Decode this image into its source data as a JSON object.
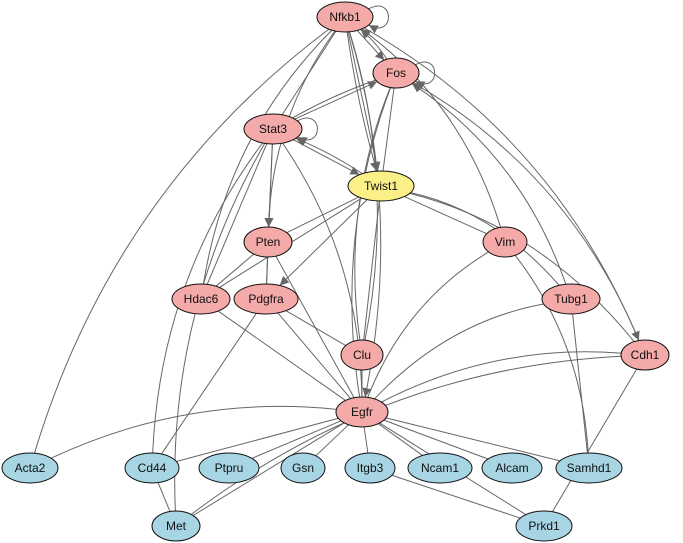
{
  "colors": {
    "red": "#f4aaa8",
    "blue": "#a7d5e4",
    "yellow": "#fbef88",
    "edge": "#666666"
  },
  "nodes": [
    {
      "id": "Nfkb1",
      "label": "Nfkb1",
      "color": "red"
    },
    {
      "id": "Fos",
      "label": "Fos",
      "color": "red"
    },
    {
      "id": "Stat3",
      "label": "Stat3",
      "color": "red"
    },
    {
      "id": "Twist1",
      "label": "Twist1",
      "color": "yellow"
    },
    {
      "id": "Pten",
      "label": "Pten",
      "color": "red"
    },
    {
      "id": "Vim",
      "label": "Vim",
      "color": "red"
    },
    {
      "id": "Hdac6",
      "label": "Hdac6",
      "color": "red"
    },
    {
      "id": "Pdgfra",
      "label": "Pdgfra",
      "color": "red"
    },
    {
      "id": "Tubg1",
      "label": "Tubg1",
      "color": "red"
    },
    {
      "id": "Clu",
      "label": "Clu",
      "color": "red"
    },
    {
      "id": "Cdh1",
      "label": "Cdh1",
      "color": "red"
    },
    {
      "id": "Egfr",
      "label": "Egfr",
      "color": "red"
    },
    {
      "id": "Acta2",
      "label": "Acta2",
      "color": "blue"
    },
    {
      "id": "Cd44",
      "label": "Cd44",
      "color": "blue"
    },
    {
      "id": "Ptpru",
      "label": "Ptpru",
      "color": "blue"
    },
    {
      "id": "Gsn",
      "label": "Gsn",
      "color": "blue"
    },
    {
      "id": "Itgb3",
      "label": "Itgb3",
      "color": "blue"
    },
    {
      "id": "Ncam1",
      "label": "Ncam1",
      "color": "blue"
    },
    {
      "id": "Alcam",
      "label": "Alcam",
      "color": "blue"
    },
    {
      "id": "Samhd1",
      "label": "Samhd1",
      "color": "blue"
    },
    {
      "id": "Met",
      "label": "Met",
      "color": "blue"
    },
    {
      "id": "Prkd1",
      "label": "Prkd1",
      "color": "blue"
    }
  ],
  "edges": [
    {
      "from": "Nfkb1",
      "to": "Nfkb1",
      "directed": true
    },
    {
      "from": "Nfkb1",
      "to": "Fos",
      "directed": true
    },
    {
      "from": "Fos",
      "to": "Nfkb1",
      "directed": true
    },
    {
      "from": "Fos",
      "to": "Fos",
      "directed": true
    },
    {
      "from": "Stat3",
      "to": "Stat3",
      "directed": true
    },
    {
      "from": "Stat3",
      "to": "Fos",
      "directed": true
    },
    {
      "from": "Fos",
      "to": "Stat3",
      "directed": false
    },
    {
      "from": "Stat3",
      "to": "Twist1",
      "directed": true
    },
    {
      "from": "Twist1",
      "to": "Stat3",
      "directed": true
    },
    {
      "from": "Nfkb1",
      "to": "Twist1",
      "directed": true
    },
    {
      "from": "Nfkb1",
      "to": "Twist1",
      "directed": true
    },
    {
      "from": "Fos",
      "to": "Twist1",
      "directed": false
    },
    {
      "from": "Nfkb1",
      "to": "Stat3",
      "directed": false
    },
    {
      "from": "Nfkb1",
      "to": "Pten",
      "directed": true
    },
    {
      "from": "Stat3",
      "to": "Pten",
      "directed": true
    },
    {
      "from": "Twist1",
      "to": "Pten",
      "directed": false
    },
    {
      "from": "Twist1",
      "to": "Pdgfra",
      "directed": true
    },
    {
      "from": "Stat3",
      "to": "Pdgfra",
      "directed": false
    },
    {
      "from": "Twist1",
      "to": "Hdac6",
      "directed": false
    },
    {
      "from": "Twist1",
      "to": "Vim",
      "directed": false
    },
    {
      "from": "Twist1",
      "to": "Tubg1",
      "directed": false
    },
    {
      "from": "Twist1",
      "to": "Cdh1",
      "directed": false
    },
    {
      "from": "Twist1",
      "to": "Clu",
      "directed": false
    },
    {
      "from": "Nfkb1",
      "to": "Cdh1",
      "directed": true
    },
    {
      "from": "Cdh1",
      "to": "Fos",
      "directed": true
    },
    {
      "from": "Tubg1",
      "to": "Fos",
      "directed": true
    },
    {
      "from": "Vim",
      "to": "Nfkb1",
      "directed": true
    },
    {
      "from": "Nfkb1",
      "to": "Hdac6",
      "directed": false
    },
    {
      "from": "Nfkb1",
      "to": "Clu",
      "directed": false
    },
    {
      "from": "Nfkb1",
      "to": "Egfr",
      "directed": true
    },
    {
      "from": "Nfkb1",
      "to": "Acta2",
      "directed": false
    },
    {
      "from": "Fos",
      "to": "Clu",
      "directed": false
    },
    {
      "from": "Fos",
      "to": "Egfr",
      "directed": false
    },
    {
      "from": "Stat3",
      "to": "Hdac6",
      "directed": false
    },
    {
      "from": "Stat3",
      "to": "Cd44",
      "directed": false
    },
    {
      "from": "Stat3",
      "to": "Met",
      "directed": false
    },
    {
      "from": "Stat3",
      "to": "Egfr",
      "directed": false
    },
    {
      "from": "Pten",
      "to": "Hdac6",
      "directed": false
    },
    {
      "from": "Pten",
      "to": "Pdgfra",
      "directed": false
    },
    {
      "from": "Pten",
      "to": "Egfr",
      "directed": false
    },
    {
      "from": "Hdac6",
      "to": "Egfr",
      "directed": false
    },
    {
      "from": "Pdgfra",
      "to": "Clu",
      "directed": false
    },
    {
      "from": "Pdgfra",
      "to": "Egfr",
      "directed": false
    },
    {
      "from": "Pdgfra",
      "to": "Cd44",
      "directed": false
    },
    {
      "from": "Clu",
      "to": "Egfr",
      "directed": false
    },
    {
      "from": "Vim",
      "to": "Egfr",
      "directed": false
    },
    {
      "from": "Vim",
      "to": "Samhd1",
      "directed": false
    },
    {
      "from": "Tubg1",
      "to": "Egfr",
      "directed": false
    },
    {
      "from": "Tubg1",
      "to": "Samhd1",
      "directed": false
    },
    {
      "from": "Cdh1",
      "to": "Egfr",
      "directed": false
    },
    {
      "from": "Cdh1",
      "to": "Met",
      "directed": false
    },
    {
      "from": "Cdh1",
      "to": "Prkd1",
      "directed": false
    },
    {
      "from": "Egfr",
      "to": "Acta2",
      "directed": false
    },
    {
      "from": "Egfr",
      "to": "Cd44",
      "directed": false
    },
    {
      "from": "Egfr",
      "to": "Ptpru",
      "directed": false
    },
    {
      "from": "Egfr",
      "to": "Gsn",
      "directed": false
    },
    {
      "from": "Egfr",
      "to": "Itgb3",
      "directed": false
    },
    {
      "from": "Egfr",
      "to": "Ncam1",
      "directed": false
    },
    {
      "from": "Egfr",
      "to": "Alcam",
      "directed": false
    },
    {
      "from": "Egfr",
      "to": "Samhd1",
      "directed": false
    },
    {
      "from": "Egfr",
      "to": "Met",
      "directed": false
    },
    {
      "from": "Egfr",
      "to": "Prkd1",
      "directed": false
    },
    {
      "from": "Cd44",
      "to": "Met",
      "directed": false
    },
    {
      "from": "Itgb3",
      "to": "Prkd1",
      "directed": false
    }
  ]
}
